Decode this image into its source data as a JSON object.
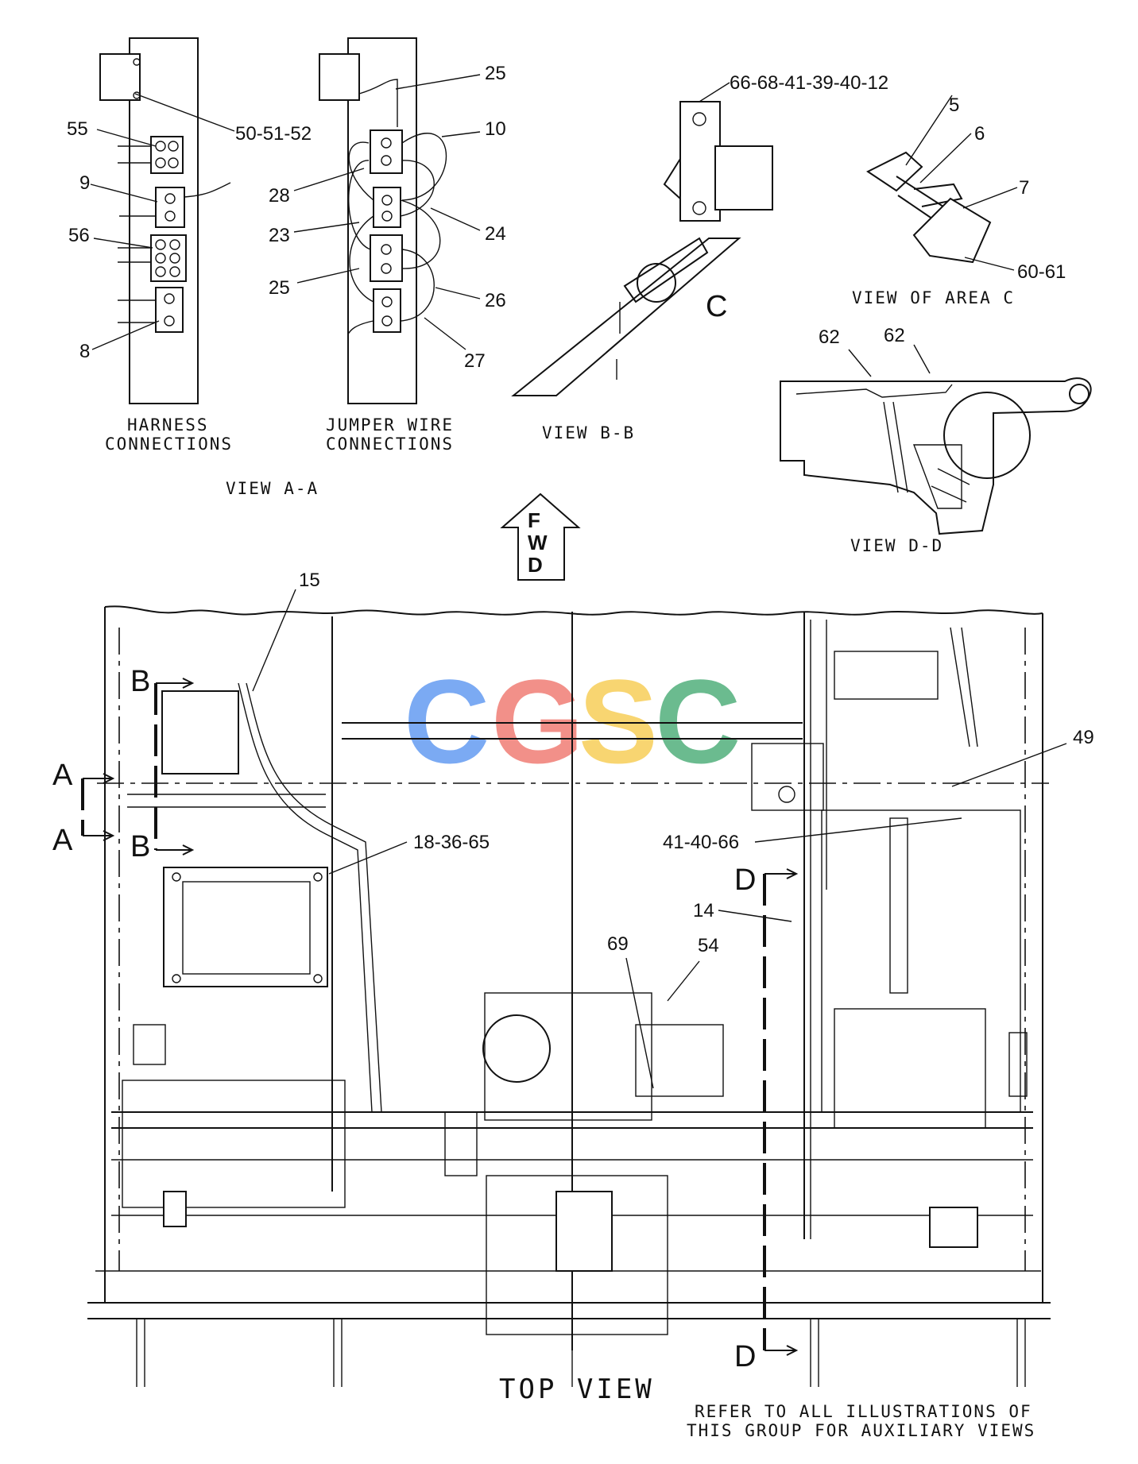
{
  "watermark": {
    "letters": [
      {
        "char": "C",
        "color": "#4f8ef0"
      },
      {
        "char": "G",
        "color": "#ee6b62"
      },
      {
        "char": "S",
        "color": "#f6c842"
      },
      {
        "char": "C",
        "color": "#3aa56a"
      }
    ]
  },
  "captions": {
    "harness_line1": "HARNESS",
    "harness_line2": "CONNECTIONS",
    "jumper_line1": "JUMPER WIRE",
    "jumper_line2": "CONNECTIONS",
    "view_aa": "VIEW A-A",
    "view_bb": "VIEW B-B",
    "view_area_c": "VIEW OF AREA C",
    "view_dd": "VIEW D-D",
    "top_view": "TOP VIEW",
    "note_line1": "REFER TO ALL ILLUSTRATIONS OF",
    "note_line2": "THIS GROUP FOR AUXILIARY VIEWS"
  },
  "fwd": {
    "f": "F",
    "w": "W",
    "d": "D"
  },
  "section_letters": {
    "a": "A",
    "b": "B",
    "c": "C",
    "d": "D"
  },
  "callouts": {
    "c55": "55",
    "c9": "9",
    "c56": "56",
    "c8": "8",
    "c50_51_52": "50-51-52",
    "c25_top": "25",
    "c10": "10",
    "c28": "28",
    "c23": "23",
    "c24": "24",
    "c25_mid": "25",
    "c26": "26",
    "c27": "27",
    "c66_68": "66-68-41-39-40-12",
    "c5": "5",
    "c6": "6",
    "c7": "7",
    "c60_61": "60-61",
    "c62a": "62",
    "c62b": "62",
    "c15": "15",
    "c49": "49",
    "c18_36_65": "18-36-65",
    "c41_40_66": "41-40-66",
    "c14": "14",
    "c69": "69",
    "c54": "54"
  }
}
